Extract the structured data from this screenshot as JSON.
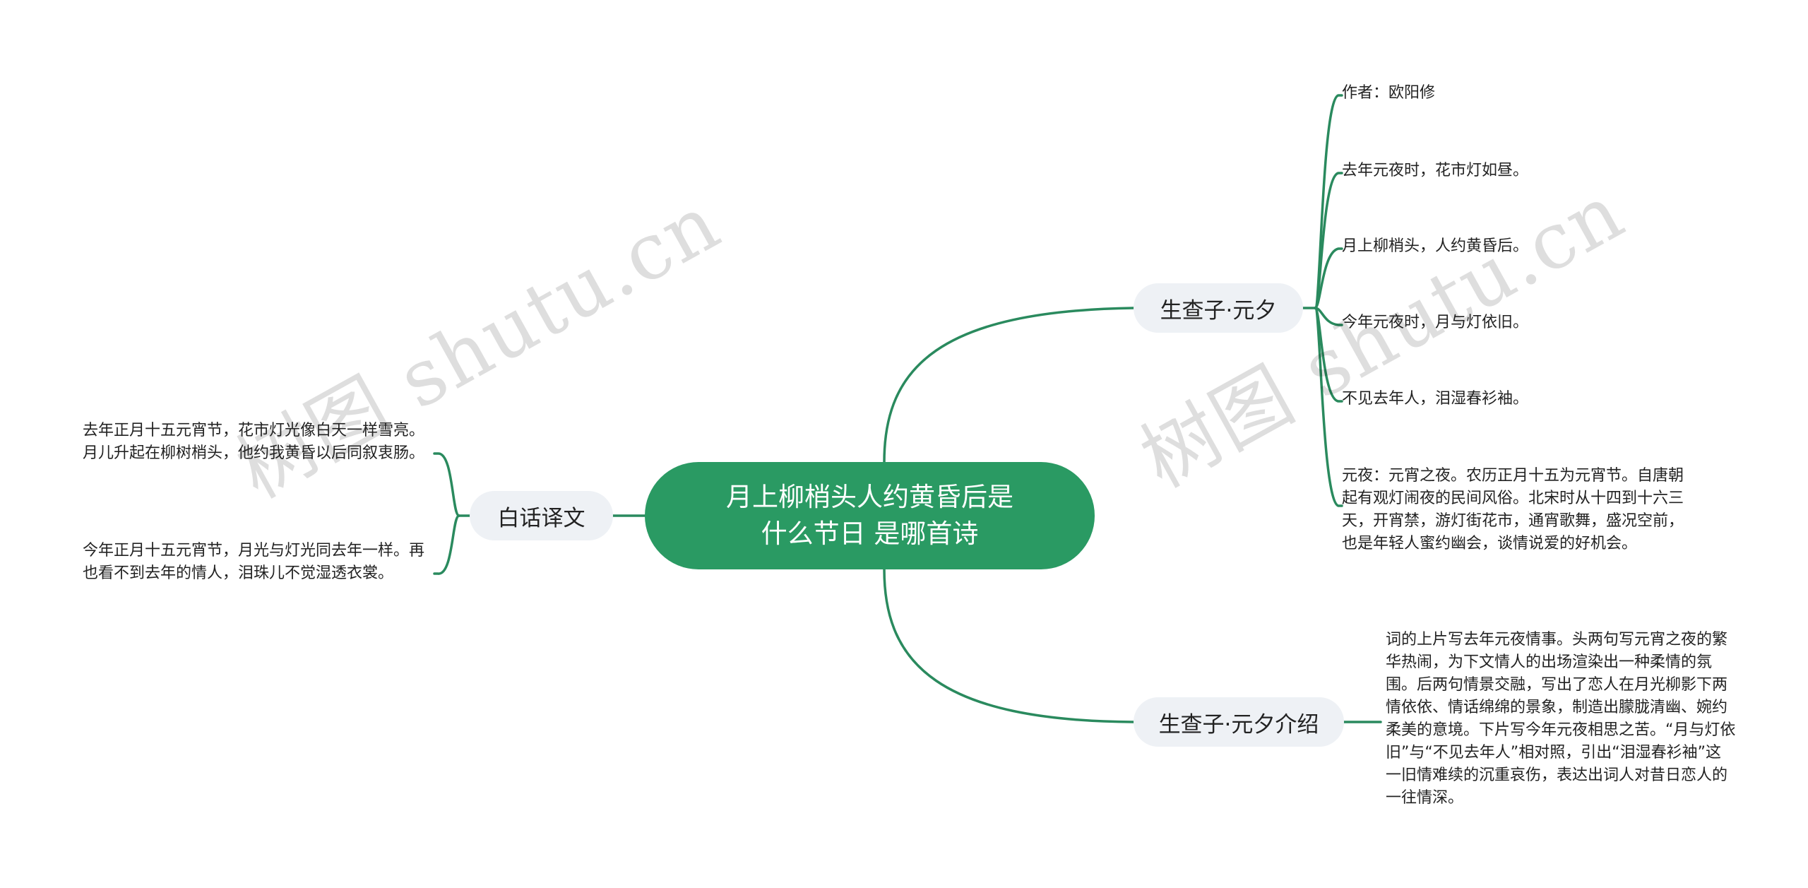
{
  "root": {
    "title_line1": "月上柳梢头人约黄昏后是",
    "title_line2": "什么节日 是哪首诗"
  },
  "branches": {
    "shengchazi": {
      "label": "生查子·元夕",
      "leaves": [
        "作者：欧阳修",
        "去年元夜时，花市灯如昼。",
        "月上柳梢头，人约黄昏后。",
        "今年元夜时，月与灯依旧。",
        "不见去年人，泪湿春衫袖。",
        "元夜：元宵之夜。农历正月十五为元宵节。自唐朝起有观灯闹夜的民间风俗。北宋时从十四到十六三天，开宵禁，游灯街花市，通宵歌舞，盛况空前，也是年轻人蜜约幽会，谈情说爱的好机会。"
      ]
    },
    "intro": {
      "label": "生查子·元夕介绍",
      "leaves": [
        "词的上片写去年元夜情事。头两句写元宵之夜的繁华热闹，为下文情人的出场渲染出一种柔情的氛围。后两句情景交融，写出了恋人在月光柳影下两情依依、情话绵绵的景象，制造出朦胧清幽、婉约柔美的意境。下片写今年元夜相思之苦。“月与灯依旧”与“不见去年人”相对照，引出“泪湿春衫袖”这一旧情难续的沉重哀伤，表达出词人对昔日恋人的一往情深。"
      ]
    },
    "translation": {
      "label": "白话译文",
      "leaves": [
        "去年正月十五元宵节，花市灯光像白天一样雪亮。月儿升起在柳树梢头，他约我黄昏以后同叙衷肠。",
        "今年正月十五元宵节，月光与灯光同去年一样。再也看不到去年的情人，泪珠儿不觉湿透衣裳。"
      ]
    }
  },
  "watermarks": [
    "树图 shutu.cn",
    "树图 shutu.cn"
  ],
  "colors": {
    "accent": "#2a9a63",
    "line": "#2a8a5e",
    "branch_bg": "#eef1f5"
  }
}
